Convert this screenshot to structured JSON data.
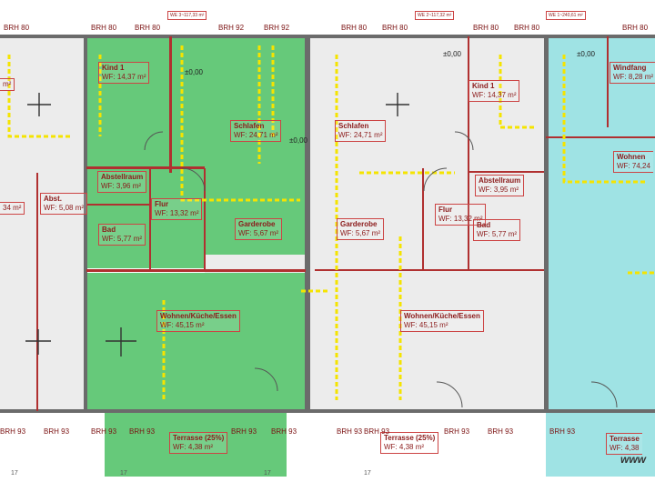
{
  "units": [
    {
      "id": "left-unit",
      "rooms": [
        {
          "name": "Kind 1",
          "wf_label": "WF:",
          "area": "14,37 m²"
        },
        {
          "name": "Schlafen",
          "wf_label": "WF:",
          "area": "24,71 m²"
        },
        {
          "name": "Abstellraum",
          "wf_label": "WF:",
          "area": "3,96 m²"
        },
        {
          "name": "Flur",
          "wf_label": "WF:",
          "area": "13,32 m²"
        },
        {
          "name": "Bad",
          "wf_label": "WF:",
          "area": "5,77 m²"
        },
        {
          "name": "Garderobe",
          "wf_label": "WF:",
          "area": "5,67 m²"
        },
        {
          "name": "Wohnen/Küche/Essen",
          "wf_label": "WF:",
          "area": "45,15 m²"
        },
        {
          "name": "Terrasse (25%)",
          "wf_label": "WF:",
          "area": "4,38 m²"
        }
      ]
    },
    {
      "id": "middle-unit",
      "rooms": [
        {
          "name": "Schlafen",
          "wf_label": "WF:",
          "area": "24,71 m²"
        },
        {
          "name": "Kind 1",
          "wf_label": "WF:",
          "area": "14,37 m²"
        },
        {
          "name": "Abstellraum",
          "wf_label": "WF:",
          "area": "3,95 m²"
        },
        {
          "name": "Flur",
          "wf_label": "WF:",
          "area": "13,32 m²"
        },
        {
          "name": "Bad",
          "wf_label": "WF:",
          "area": "5,77 m²"
        },
        {
          "name": "Garderobe",
          "wf_label": "WF:",
          "area": "5,67 m²"
        },
        {
          "name": "Wohnen/Küche/Essen",
          "wf_label": "WF:",
          "area": "45,15 m²"
        },
        {
          "name": "Terrasse (25%)",
          "wf_label": "WF:",
          "area": "4,38 m²"
        }
      ]
    },
    {
      "id": "left-partial",
      "rooms": [
        {
          "name": "Abst.",
          "wf_label": "WF:",
          "area": "5,08 m²"
        },
        {
          "name": "",
          "wf_label": "",
          "area": "34 m²"
        },
        {
          "name": "",
          "wf_label": "",
          "area": "m²"
        }
      ]
    },
    {
      "id": "right-unit",
      "rooms": [
        {
          "name": "Windfang",
          "wf_label": "WF:",
          "area": "8,28 m²"
        },
        {
          "name": "Wohnen",
          "wf_label": "WF:",
          "area": "74,24"
        },
        {
          "name": "Terrasse",
          "wf_label": "WF:",
          "area": "4,38"
        }
      ]
    }
  ],
  "brh_top": [
    "BRH 80",
    "BRH 80",
    "BRH 80",
    "BRH 92",
    "BRH 92",
    "BRH 80",
    "BRH 80",
    "BRH 80",
    "BRH 80",
    "BRH 80"
  ],
  "brh_bottom": [
    "BRH 93",
    "BRH 93",
    "BRH 93",
    "BRH 93",
    "BRH 93",
    "BRH 93",
    "BRH 93",
    "BRH 93",
    "BRH 93",
    "BRH 93",
    "BRH 93"
  ],
  "levels": [
    "±0,00",
    "±0,00",
    "±0,00",
    "±0,00"
  ],
  "tags": [
    "WE 3~117,33 m²",
    "WE 2~117,32 m²",
    "WE 1~240,61 m²"
  ],
  "dims_bottom": [
    "17",
    "17",
    "17",
    "17"
  ],
  "watermark": "www",
  "colors": {
    "green": "#66c97a",
    "light_green": "#8fd89c",
    "cyan": "#9fe3e4",
    "grey": "#ececec",
    "wall": "#6b6b6b",
    "label": "#8b1a1a",
    "yellow": "#f5e400"
  }
}
